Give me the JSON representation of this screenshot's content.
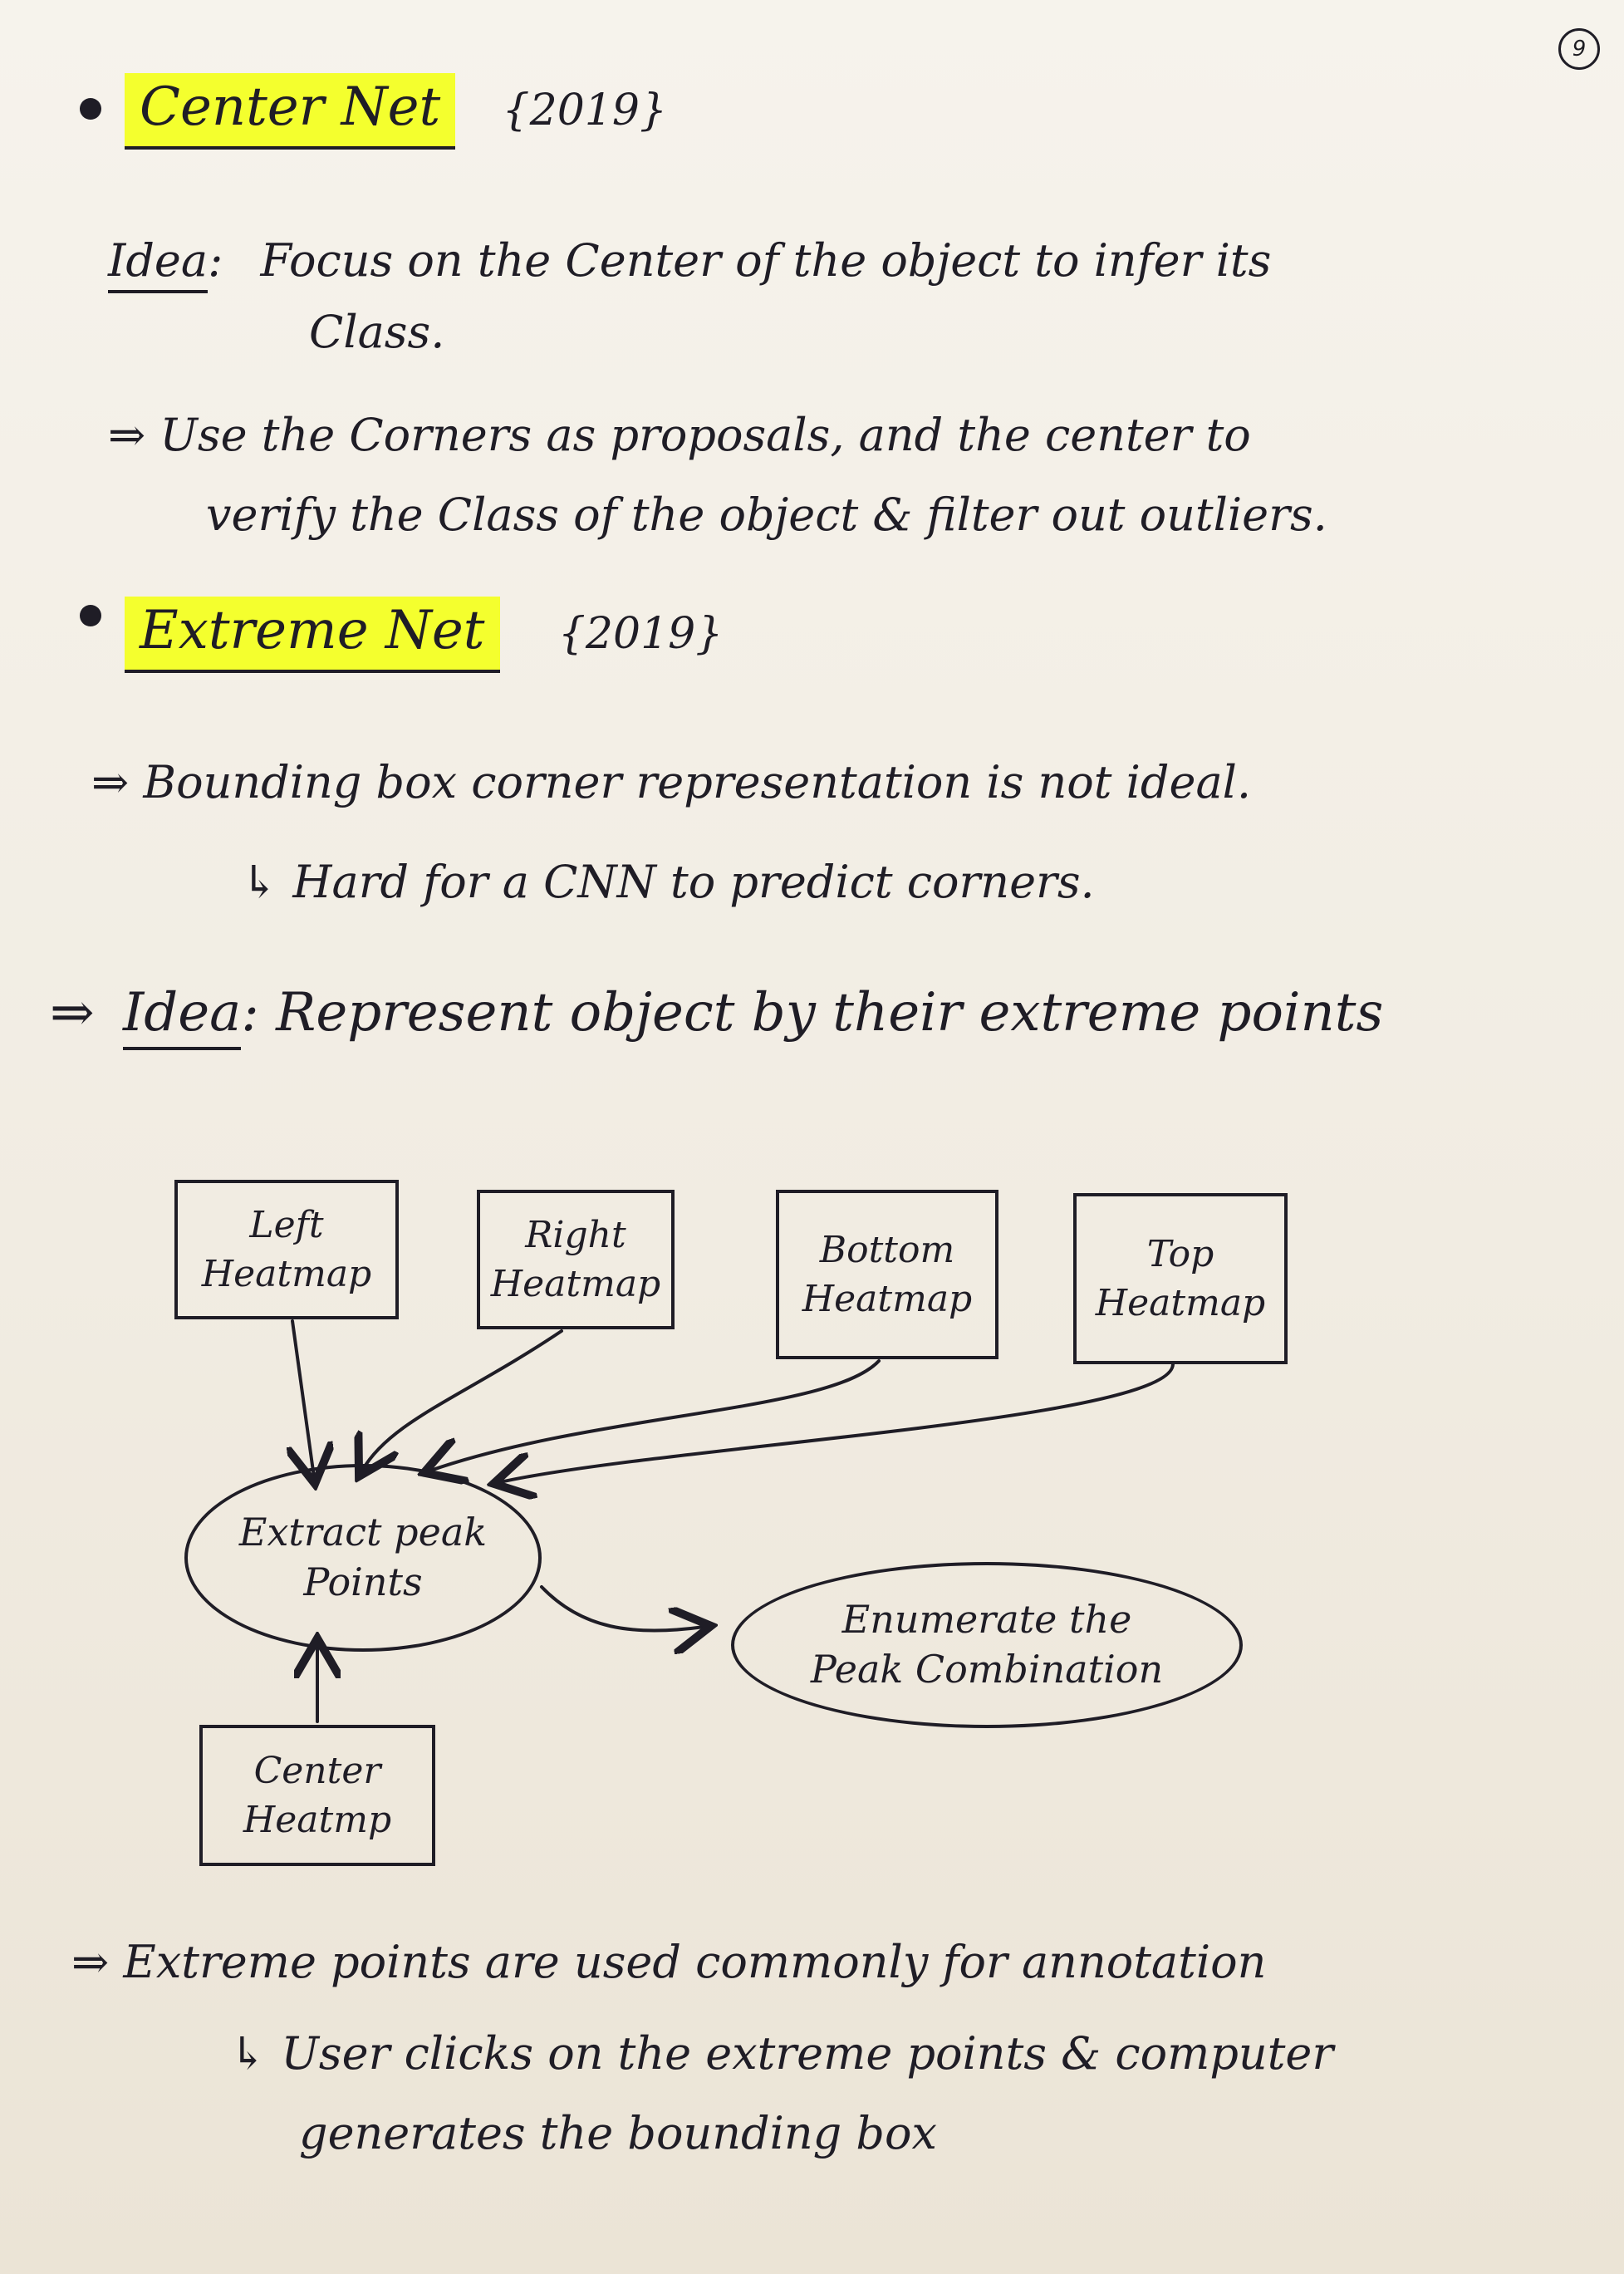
{
  "page_number": "9",
  "section1": {
    "title": "Center Net",
    "year": "{2019}",
    "idea_label": "Idea",
    "idea_colon": ":",
    "idea_line1": "Focus on the Center of the object to infer its",
    "idea_line2": "Class.",
    "arrow_line1": "⇒ Use the Corners as proposals, and the center to",
    "arrow_line2": "verify the Class of the object & filter out outliers."
  },
  "section2": {
    "title": "Extreme Net",
    "year": "{2019}",
    "line1": "⇒ Bounding box corner representation is not ideal.",
    "line2": "↳ Hard for a CNN to predict corners.",
    "idea_prefix": "⇒",
    "idea_label": "Idea",
    "idea_text": ": Represent object by their extreme points"
  },
  "diagram": {
    "boxes": [
      {
        "line1": "Left",
        "line2": "Heatmap"
      },
      {
        "line1": "Right",
        "line2": "Heatmap"
      },
      {
        "line1": "Bottom",
        "line2": "Heatmap"
      },
      {
        "line1": "Top",
        "line2": "Heatmap"
      }
    ],
    "extract": {
      "line1": "Extract peak",
      "line2": "Points"
    },
    "enumerate": {
      "line1": "Enumerate the",
      "line2": "Peak Combination"
    },
    "center": {
      "line1": "Center",
      "line2": "Heatmp"
    }
  },
  "footer": {
    "line1": "⇒ Extreme points are used commonly for annotation",
    "line2": "↳ User clicks on the extreme points & computer",
    "line3": "generates the bounding box"
  }
}
